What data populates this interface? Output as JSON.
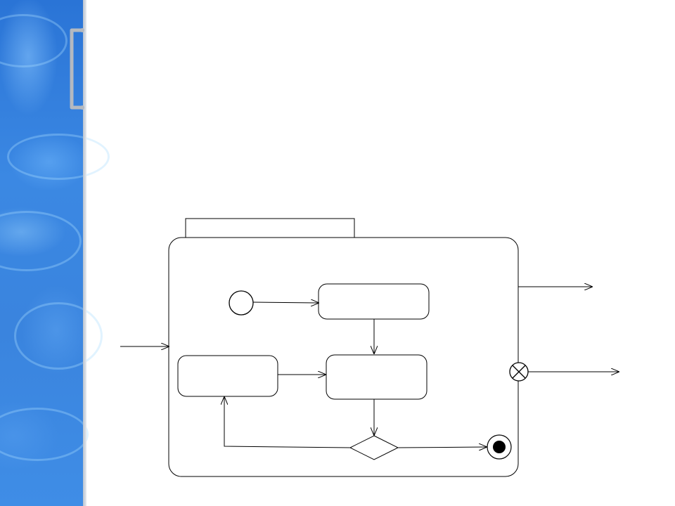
{
  "slide": {
    "background": "#ffffff",
    "side_panel_color": "#3a84de"
  },
  "diagram": {
    "type": "state-machine",
    "states": [
      {
        "id": "state-a",
        "label": ""
      },
      {
        "id": "state-b",
        "label": ""
      },
      {
        "id": "state-c",
        "label": ""
      }
    ],
    "composite_state_name": "",
    "stroke_color": "#000000"
  }
}
